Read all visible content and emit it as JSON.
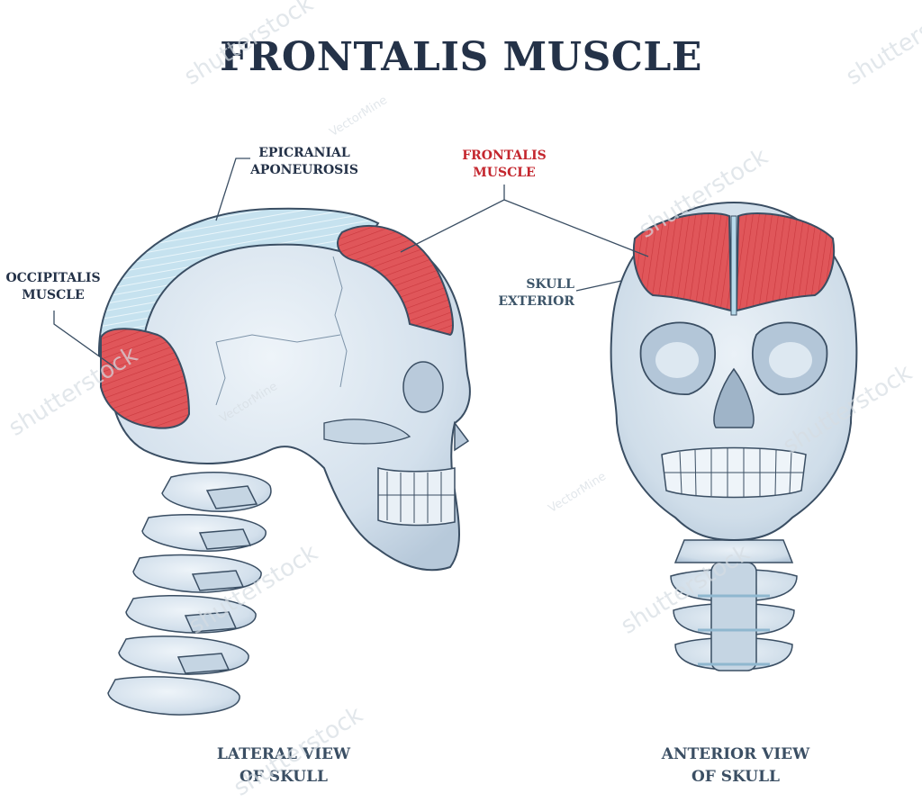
{
  "title": "FRONTALIS MUSCLE",
  "labels": {
    "epicranial_line1": "EPICRANIAL",
    "epicranial_line2": "APONEUROSIS",
    "frontalis_line1": "FRONTALIS",
    "frontalis_line2": "MUSCLE",
    "occipitalis_line1": "OCCIPITALIS",
    "occipitalis_line2": "MUSCLE",
    "skull_line1": "SKULL",
    "skull_line2": "EXTERIOR"
  },
  "captions": {
    "lateral_line1": "LATERAL VIEW",
    "lateral_line2": "OF SKULL",
    "anterior_line1": "ANTERIOR VIEW",
    "anterior_line2": "OF SKULL"
  },
  "watermarks": {
    "stock": "shutterstock",
    "author": "VectorMine"
  },
  "colors": {
    "muscle_red": "#e0565a",
    "bone_blue": "#d6e3ee",
    "aponeurosis_blue": "#b7d9ea",
    "outline": "#3a4e63",
    "title": "#243248",
    "highlight_label": "#c4262e"
  }
}
